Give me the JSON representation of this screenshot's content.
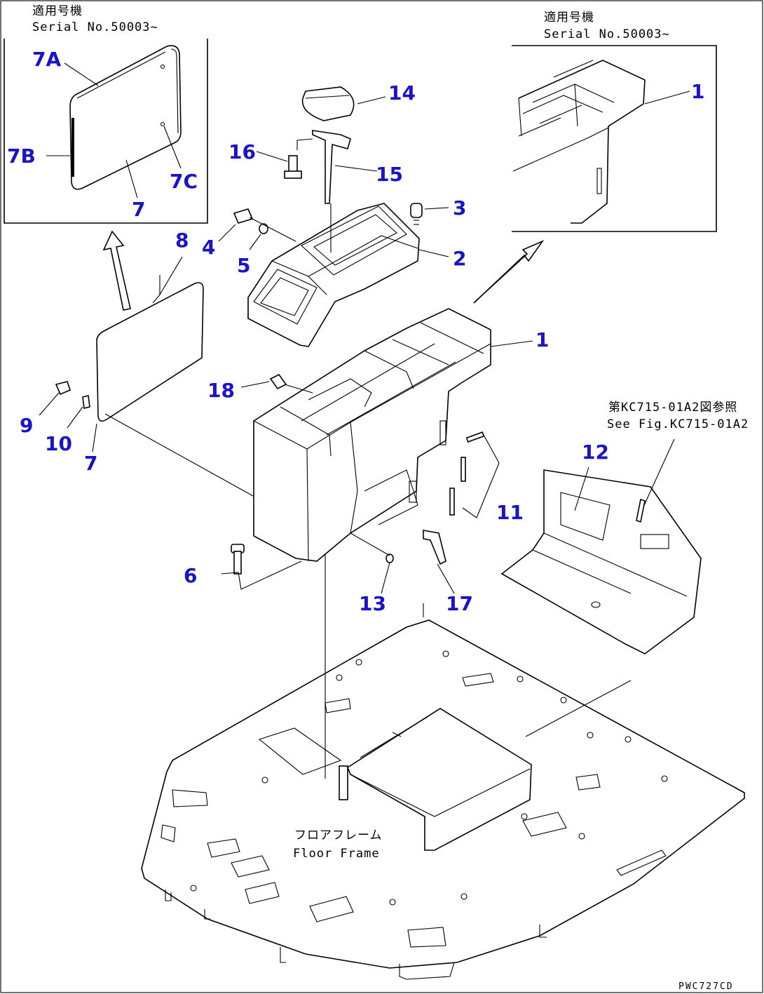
{
  "diagram": {
    "inset_left": {
      "jp_label": "適用号機",
      "serial_label": "Serial No.50003~",
      "callouts": [
        "7A",
        "7B",
        "7C",
        "7"
      ]
    },
    "inset_right": {
      "jp_label": "適用号機",
      "serial_label": "Serial No.50003~",
      "callouts": [
        "1"
      ]
    },
    "see_fig": {
      "jp_label": "第KC715-01A2図参照",
      "en_label": "See Fig.KC715-01A2"
    },
    "floor_frame": {
      "jp_label": "フロアフレーム",
      "en_label": "Floor Frame"
    },
    "callouts": {
      "c1": "1",
      "c2": "2",
      "c3": "3",
      "c4": "4",
      "c5": "5",
      "c6": "6",
      "c7": "7",
      "c8": "8",
      "c9": "9",
      "c10": "10",
      "c11": "11",
      "c12": "12",
      "c13": "13",
      "c14": "14",
      "c15": "15",
      "c16": "16",
      "c17": "17",
      "c18": "18"
    },
    "drawing_code": "PWC727CD",
    "colors": {
      "callout": "#1a14c8",
      "line": "#000000",
      "background": "#ffffff"
    }
  }
}
